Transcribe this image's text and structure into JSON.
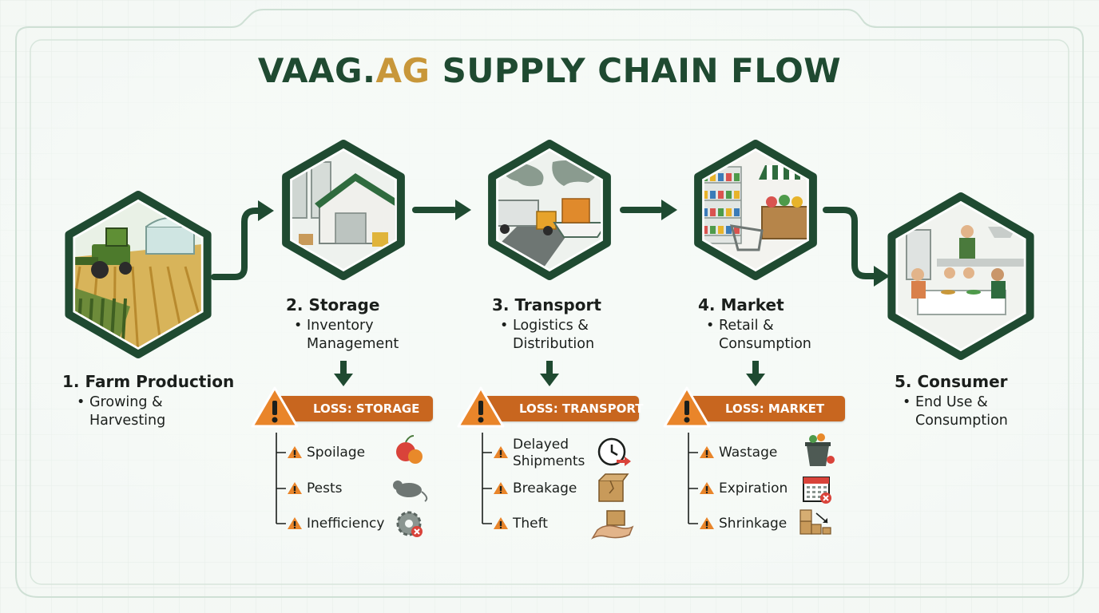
{
  "title": {
    "brand": "VAAG.",
    "accent": "AG",
    "rest": " SUPPLY CHAIN FLOW"
  },
  "colors": {
    "dark_green": "#1f4a31",
    "gold": "#c8973a",
    "loss_orange": "#c8661f",
    "warning_orange": "#e9852a"
  },
  "stages": [
    {
      "title": "1. Farm Production",
      "bullets": [
        "Growing &",
        "Harvesting"
      ]
    },
    {
      "title": "2. Storage",
      "bullets": [
        "Inventory",
        "Management"
      ]
    },
    {
      "title": "3. Transport",
      "bullets": [
        "Logistics &",
        "Distribution"
      ]
    },
    {
      "title": "4. Market",
      "bullets": [
        "Retail &",
        "Consumption"
      ]
    },
    {
      "title": "5. Consumer",
      "bullets": [
        "End Use &",
        "Consumption"
      ]
    }
  ],
  "losses": [
    {
      "label": "LOSS: STORAGE",
      "items": [
        {
          "text": [
            "Spoilage"
          ],
          "icon": "apple-icon"
        },
        {
          "text": [
            "Pests"
          ],
          "icon": "rat-icon"
        },
        {
          "text": [
            "Inefficiency"
          ],
          "icon": "broken-gear-icon"
        }
      ]
    },
    {
      "label": "LOSS: TRANSPORT",
      "items": [
        {
          "text": [
            "Delayed",
            "Shipments"
          ],
          "icon": "clock-icon"
        },
        {
          "text": [
            "Breakage"
          ],
          "icon": "damaged-box-icon"
        },
        {
          "text": [
            "Theft"
          ],
          "icon": "hand-box-icon"
        }
      ]
    },
    {
      "label": "LOSS: MARKET",
      "items": [
        {
          "text": [
            "Wastage"
          ],
          "icon": "trash-bin-icon"
        },
        {
          "text": [
            "Expiration"
          ],
          "icon": "expired-calendar-icon"
        },
        {
          "text": [
            "Shrinkage"
          ],
          "icon": "shrinking-boxes-icon"
        }
      ]
    }
  ],
  "stage_icons": [
    "farm-field-icon",
    "warehouse-icon",
    "truck-ship-icon",
    "market-icon",
    "family-dinner-icon"
  ]
}
